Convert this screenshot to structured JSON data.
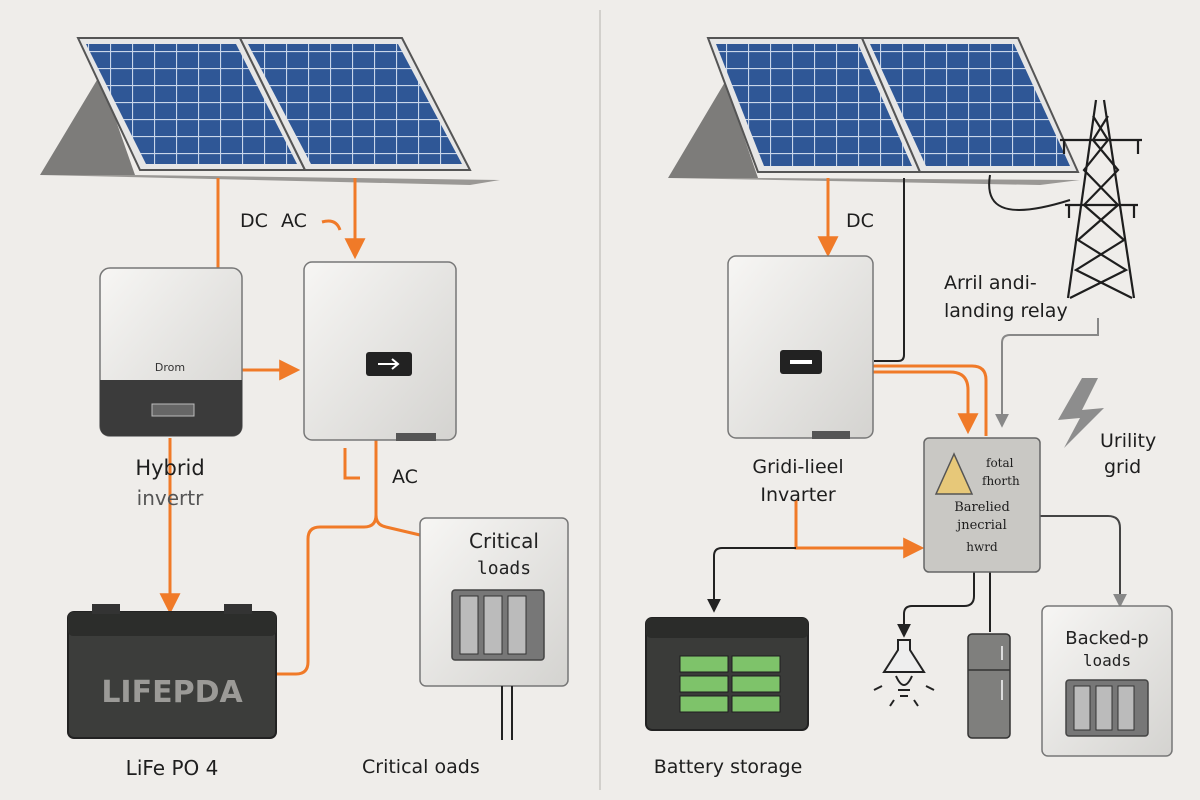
{
  "left_panel": {
    "flow_labels": {
      "dc": "DC",
      "ac_top": "AC",
      "ac_bottom": "AC"
    },
    "hybrid_inverter": {
      "brand": "Drom",
      "label_line1": "Hybrid",
      "label_line2": "invertr"
    },
    "battery": {
      "face_text": "LIFEPDA",
      "label": "LiFe PO 4"
    },
    "critical_panel": {
      "title_line1": "Critical",
      "title_line2": "loads"
    },
    "bottom_label": "Critical oads"
  },
  "right_panel": {
    "flow_labels": {
      "dc": "DC"
    },
    "grid_inverter": {
      "label_line1": "Gridi-lieel",
      "label_line2": "Invarter"
    },
    "relay": {
      "label_line1": "Arril andi-",
      "label_line2": "landing relay"
    },
    "utility": {
      "label_line1": "Urility",
      "label_line2": "grid"
    },
    "transfer_box": {
      "line1": "fotal",
      "line2": "fhorth",
      "line3": "Barelied",
      "line4": "jnecrial",
      "line5": "hwrd"
    },
    "backed_panel": {
      "title_line1": "Backed-p",
      "title_line2": "loads"
    },
    "battery_label": "Battery storage"
  },
  "colors": {
    "wire": "#f07a28",
    "panel_blue": "#2f5796",
    "background": "#efedea",
    "battery_green": "#7ec36a",
    "warning_yellow": "#e7c879"
  }
}
